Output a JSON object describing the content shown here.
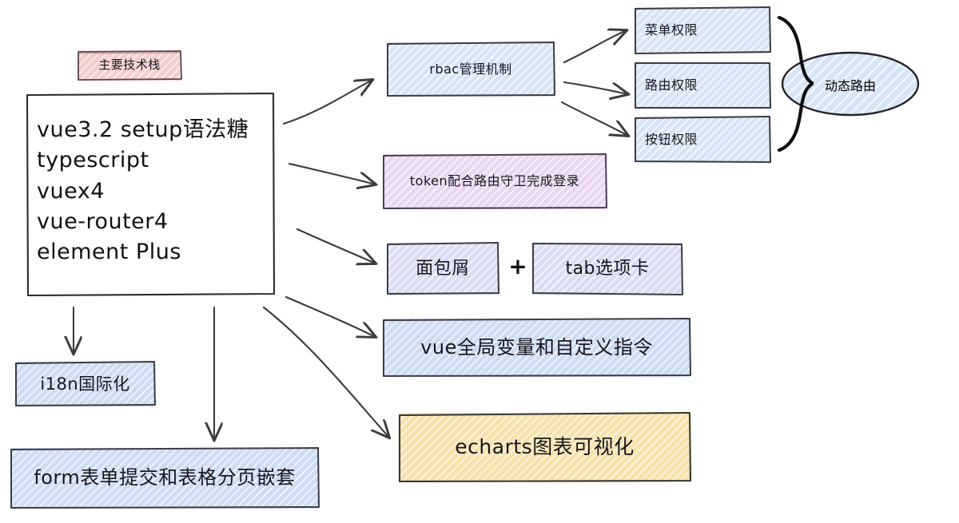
{
  "diagram": {
    "title_badge": "主要技术栈",
    "main_stack": {
      "lines": [
        "vue3.2 setup语法糖",
        "typescript",
        "vuex4",
        "vue-router4",
        "element Plus"
      ]
    },
    "nodes": {
      "rbac": "rbac管理机制",
      "menu_perm": "菜单权限",
      "route_perm": "路由权限",
      "button_perm": "按钮权限",
      "dynamic_route": "动态路由",
      "token_login": "token配合路由守卫完成登录",
      "breadcrumb": "面包屑",
      "plus_sign": "+",
      "tab_card": "tab选项卡",
      "global_vars": "vue全局变量和自定义指令",
      "echarts": "echarts图表可视化",
      "i18n": "i18n国际化",
      "form_table": "form表单提交和表格分页嵌套"
    },
    "colors": {
      "blue_fill": "#d6e4f7",
      "blue_fill_alt": "#ccdcf3",
      "lavender_fill": "#dbdcf4",
      "purple_fill": "#e9d6ef",
      "pink_fill": "#f4cdcc",
      "yellow_fill": "#f7e2ab",
      "stroke": "#3f4044",
      "text": "#16171c"
    }
  }
}
